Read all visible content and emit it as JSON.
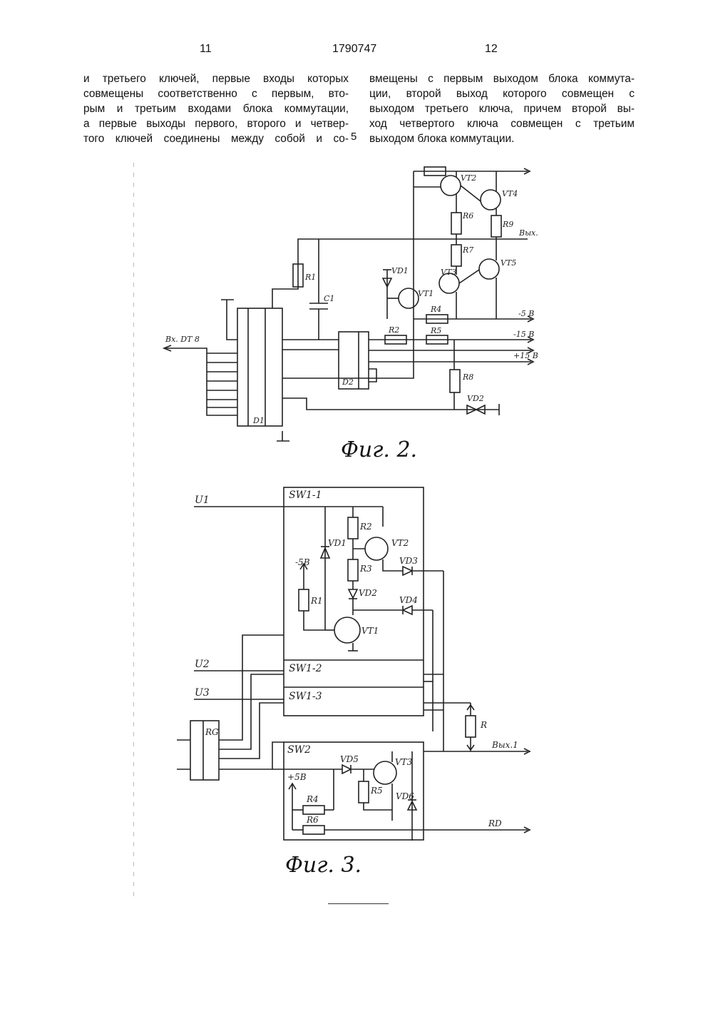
{
  "header": {
    "page_left": "11",
    "patent_number": "1790747",
    "page_right": "12"
  },
  "text": {
    "left_column": [
      "и третьего ключей, первые входы которых",
      "совмещены соответственно с первым, вто-",
      "рым и третьим входами блока коммутации,",
      "а первые выходы первого, второго и четвер-",
      "того ключей соединены между собой и со-"
    ],
    "right_column": [
      "вмещены с первым выходом блока коммута-",
      "ции, второй выход которого совмещен с",
      "выходом третьего ключа, причем второй вы-",
      "ход четвертого ключа совмещен с третьим",
      "выходом блока коммутации."
    ],
    "line_number": "5"
  },
  "fig2": {
    "caption": "Фиг. 2.",
    "labels": {
      "r1": "R1",
      "c1": "C1",
      "r2": "R2",
      "r4": "R4",
      "r5": "R5",
      "r6": "R6",
      "r7": "R7",
      "r8": "R8",
      "r9": "R9",
      "vt1": "VT1",
      "vt2": "VT2",
      "vt3": "VT3",
      "vt4": "VT4",
      "vt5": "VT5",
      "vd1": "VD1",
      "vd2": "VD2",
      "d1": "D1",
      "d2": "D2",
      "out": "Вых.",
      "in": "Вх. DT 8",
      "m5v": "-5 В",
      "m15v": "-15 В",
      "p15v": "+15 В"
    }
  },
  "fig3": {
    "caption": "Фиг. 3.",
    "labels": {
      "u1": "U1",
      "u2": "U2",
      "u3": "U3",
      "sw11": "SW1-1",
      "sw12": "SW1-2",
      "sw13": "SW1-3",
      "sw2": "SW2",
      "rg": "RG",
      "r": "R",
      "r1": "R1",
      "r2": "R2",
      "r3": "R3",
      "r4": "R4",
      "r5": "R5",
      "r6": "R6",
      "vd1": "VD1",
      "vd2": "VD2",
      "vd3": "VD3",
      "vd4": "VD4",
      "vd5": "VD5",
      "vd6": "VD6",
      "vt1": "VT1",
      "vt2": "VT2",
      "vt3": "VT3",
      "m5v": "-5В",
      "p5v": "+5В",
      "out1": "Вых.1",
      "rd": "RD"
    }
  }
}
